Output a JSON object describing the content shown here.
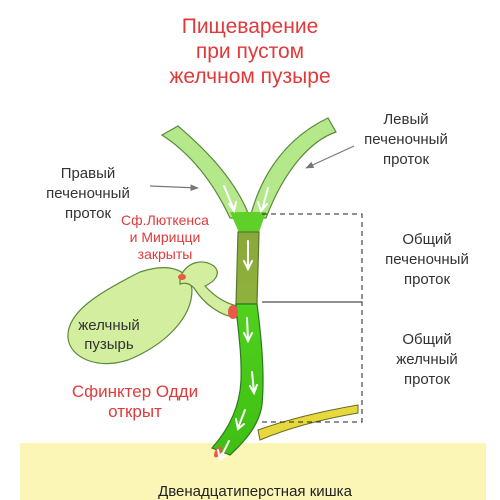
{
  "title": "Пищеварение\nпри пустом\nжелчном пузыре",
  "labels": {
    "left_hepatic_duct": "Левый\nпеченочный\nпроток",
    "right_hepatic_duct": "Правый\nпеченочный\nпроток",
    "lutkens_sphincter": "Сф.Люткенса\nи Мирицци\nзакрыты",
    "common_hepatic_duct": "Общий\nпеченочный\nпроток",
    "common_bile_duct": "Общий\nжелчный\nпроток",
    "gallbladder": "желчный\nпузырь",
    "oddi_sphincter": "Сфинктер Одди\nоткрыт",
    "duodenum": "Двенадцатиперстная кишка"
  },
  "colors": {
    "title": "#e03a3a",
    "text": "#333333",
    "red_label": "#e03a3a",
    "duct_light": "#b4e88a",
    "duct_bright": "#5fcf2a",
    "duct_dark": "#89a83a",
    "gallbladder": "#d3ee9e",
    "duodenum": "#fbf6b6",
    "pancreatic_duct": "#e7d93c",
    "sphincter": "#e85a45",
    "arrow": "#ffffff"
  },
  "icons": [
    "flow-arrow-icon",
    "pointer-arrow-icon"
  ]
}
